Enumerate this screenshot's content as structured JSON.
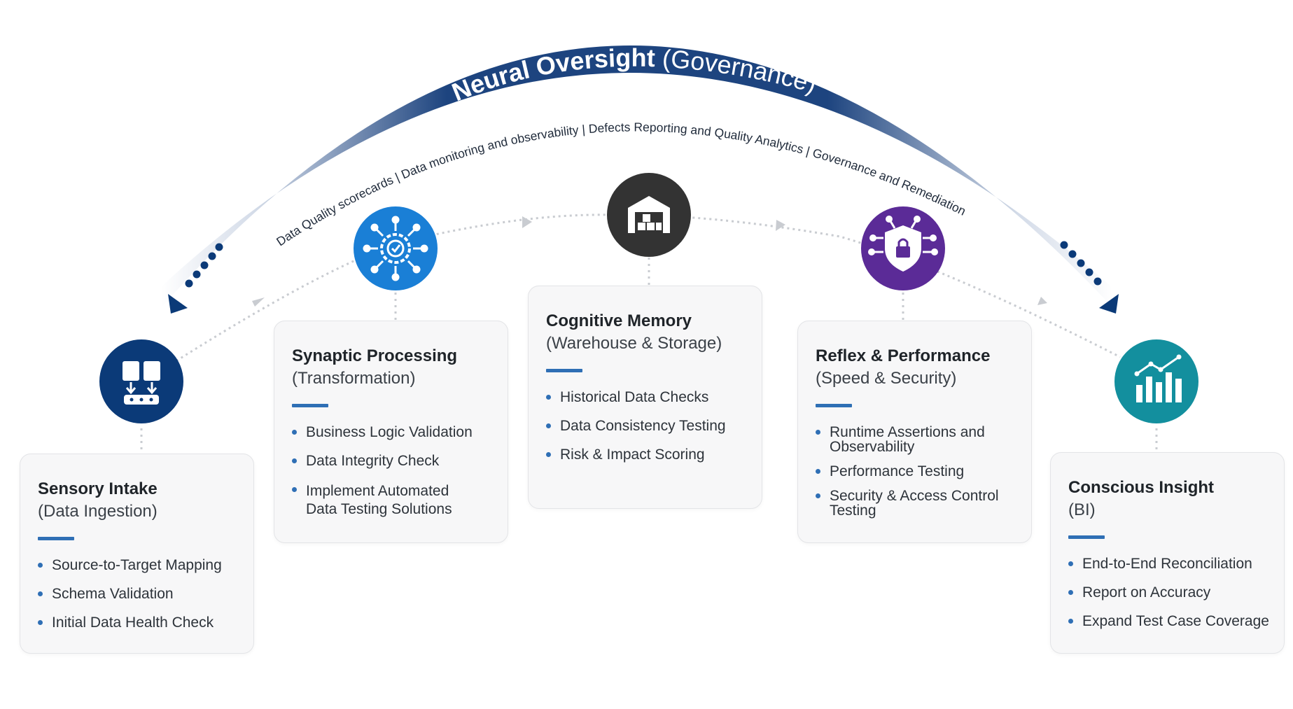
{
  "governance": {
    "title_bold": "Neural Oversight",
    "title_light": "(Governance)",
    "subtitle": "Data Quality scorecards | Data monitoring and observability | Defects Reporting and Quality Analytics | Governance and Remediation"
  },
  "stages": [
    {
      "icon": "data-ingestion-icon",
      "icon_color": "#0b3a78",
      "title": "Sensory Intake",
      "subtitle": "(Data Ingestion)",
      "items": [
        "Source-to-Target Mapping",
        "Schema Validation",
        "Initial Data Health Check"
      ]
    },
    {
      "icon": "neural-network-gear-icon",
      "icon_color": "#1a7fd6",
      "title": "Synaptic Processing",
      "subtitle": "(Transformation)",
      "items": [
        "Business Logic Validation",
        "Data Integrity Check",
        "Implement Automated Data Testing Solutions"
      ]
    },
    {
      "icon": "warehouse-icon",
      "icon_color": "#333333",
      "title": "Cognitive Memory",
      "subtitle": "(Warehouse & Storage)",
      "items": [
        "Historical Data Checks",
        "Data Consistency Testing",
        "Risk & Impact Scoring"
      ]
    },
    {
      "icon": "security-shield-lock-icon",
      "icon_color": "#5b2b97",
      "title": "Reflex & Performance",
      "subtitle": "(Speed & Security)",
      "items": [
        "Runtime Assertions and Observability",
        "Performance Testing",
        "Security & Access Control Testing"
      ]
    },
    {
      "icon": "bar-chart-trend-icon",
      "icon_color": "#138f9e",
      "title": "Conscious Insight",
      "subtitle": "(BI)",
      "items": [
        "End-to-End Reconciliation",
        "Report on Accuracy",
        "Expand Test Case Coverage"
      ]
    }
  ],
  "colors": {
    "accent": "#2f6fb5",
    "arc": "#1b3f78"
  }
}
